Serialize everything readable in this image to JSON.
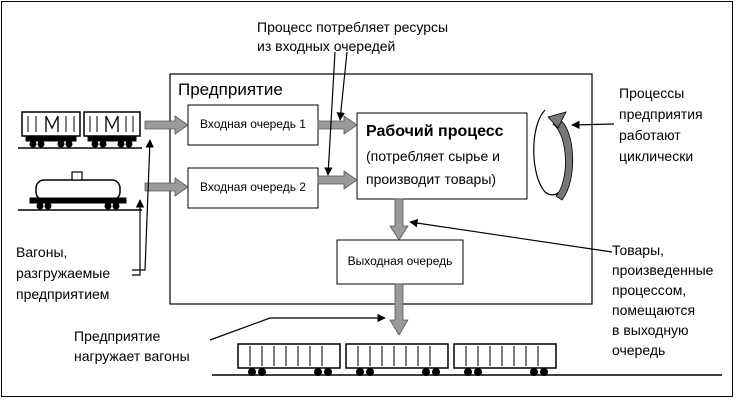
{
  "enterprise_title": "Предприятие",
  "input_queue_1": "Входная очередь 1",
  "input_queue_2": "Входная очередь 2",
  "work_process": {
    "title": "Рабочий процесс",
    "line2": "(потребляет сырье и",
    "line3": "производит товары)"
  },
  "output_queue": "Выходная очередь",
  "annotations": {
    "consumes": [
      "Процесс потребляет ресурсы",
      "из входных очередей"
    ],
    "cyclic": [
      "Процессы",
      "предприятия",
      "работают",
      "циклически"
    ],
    "unloaded": [
      "Вагоны,",
      "разгружаемые",
      "предприятием"
    ],
    "loads": [
      "Предприятие",
      "нагружает вагоны"
    ],
    "goods": [
      "Товары,",
      "произведенные",
      "процессом,",
      "помещаются",
      "в выходную",
      "очередь"
    ]
  },
  "colors": {
    "line": "#000000",
    "arrow_fill": "#9a9a9a",
    "cycle_arrow": "#777777",
    "box_border": "#000000"
  }
}
